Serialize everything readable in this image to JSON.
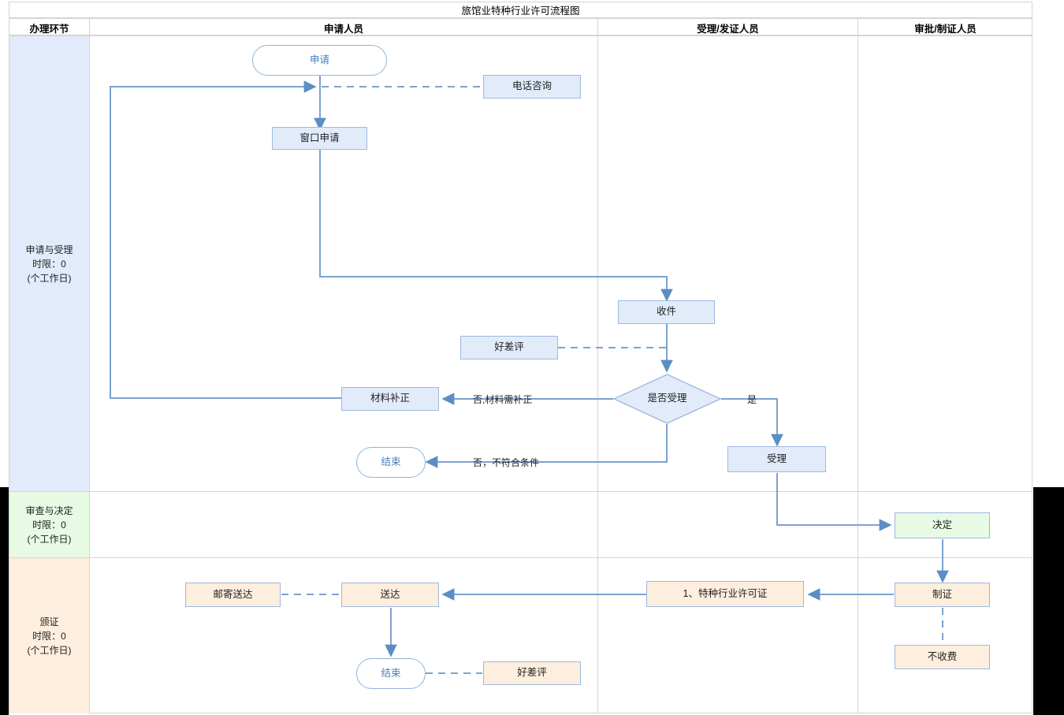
{
  "page": {
    "title": "旅馆业特种行业许可流程图"
  },
  "table": {
    "headers": [
      {
        "label": "办理环节"
      },
      {
        "label": "申请人员"
      },
      {
        "label": "受理/发证人员"
      },
      {
        "label": "审批/制证人员"
      }
    ],
    "phases": [
      {
        "name": "申请与受理",
        "limit": "时限：0",
        "unit": "(个工作日)",
        "color": "#e2ebfb"
      },
      {
        "name": "审查与决定",
        "limit": "时限：0",
        "unit": "(个工作日)",
        "color": "#e6fae4"
      },
      {
        "name": "颁证",
        "limit": "时限：0",
        "unit": "(个工作日)",
        "color": "#fdeede"
      }
    ]
  },
  "chart_data": {
    "type": "diagram",
    "title": "旅馆业特种行业许可流程图",
    "lanes": [
      "办理环节",
      "申请人员",
      "受理/发证人员",
      "审批/制证人员"
    ],
    "phases": [
      "申请与受理 时限：0 (个工作日)",
      "审查与决定 时限：0 (个工作日)",
      "颁证 时限：0 (个工作日)"
    ],
    "nodes": [
      {
        "id": "apply",
        "label": "申请",
        "shape": "terminator",
        "lane": "申请人员",
        "phase": "申请与受理"
      },
      {
        "id": "phone",
        "label": "电话咨询",
        "shape": "rect",
        "lane": "申请人员",
        "phase": "申请与受理"
      },
      {
        "id": "window",
        "label": "窗口申请",
        "shape": "rect",
        "lane": "申请人员",
        "phase": "申请与受理"
      },
      {
        "id": "receive",
        "label": "收件",
        "shape": "rect",
        "lane": "受理/发证人员",
        "phase": "申请与受理"
      },
      {
        "id": "review1",
        "label": "好差评",
        "shape": "rect",
        "lane": "申请人员",
        "phase": "申请与受理"
      },
      {
        "id": "decide",
        "label": "是否受理",
        "shape": "diamond",
        "lane": "受理/发证人员",
        "phase": "申请与受理"
      },
      {
        "id": "fix",
        "label": "材料补正",
        "shape": "rect",
        "lane": "申请人员",
        "phase": "申请与受理"
      },
      {
        "id": "end1",
        "label": "结束",
        "shape": "terminator",
        "lane": "申请人员",
        "phase": "申请与受理"
      },
      {
        "id": "accept",
        "label": "受理",
        "shape": "rect",
        "lane": "受理/发证人员",
        "phase": "申请与受理"
      },
      {
        "id": "decision",
        "label": "决定",
        "shape": "rect",
        "lane": "审批/制证人员",
        "phase": "审查与决定"
      },
      {
        "id": "makecert",
        "label": "制证",
        "shape": "rect",
        "lane": "审批/制证人员",
        "phase": "颁证"
      },
      {
        "id": "nofee",
        "label": "不收费",
        "shape": "rect",
        "lane": "审批/制证人员",
        "phase": "颁证"
      },
      {
        "id": "license",
        "label": "1、特种行业许可证",
        "shape": "rect",
        "lane": "受理/发证人员",
        "phase": "颁证"
      },
      {
        "id": "deliver",
        "label": "送达",
        "shape": "rect",
        "lane": "申请人员",
        "phase": "颁证"
      },
      {
        "id": "mail",
        "label": "邮寄送达",
        "shape": "rect",
        "lane": "申请人员",
        "phase": "颁证"
      },
      {
        "id": "end2",
        "label": "结束",
        "shape": "terminator",
        "lane": "申请人员",
        "phase": "颁证"
      },
      {
        "id": "review2",
        "label": "好差评",
        "shape": "rect",
        "lane": "申请人员",
        "phase": "颁证"
      }
    ],
    "edge_labels": [
      {
        "id": "lbl-no-fix",
        "text": "否,材料需补正"
      },
      {
        "id": "lbl-yes",
        "text": "是"
      },
      {
        "id": "lbl-no-cond",
        "text": "否，不符合条件"
      }
    ]
  },
  "colors": {
    "blue_fill": "#e2ebfa",
    "peach_fill": "#fdeede",
    "green_fill": "#e6fae4",
    "node_border": "#9db9dd",
    "connector": "#7ba3d0",
    "grid": "#d4d4d4"
  }
}
